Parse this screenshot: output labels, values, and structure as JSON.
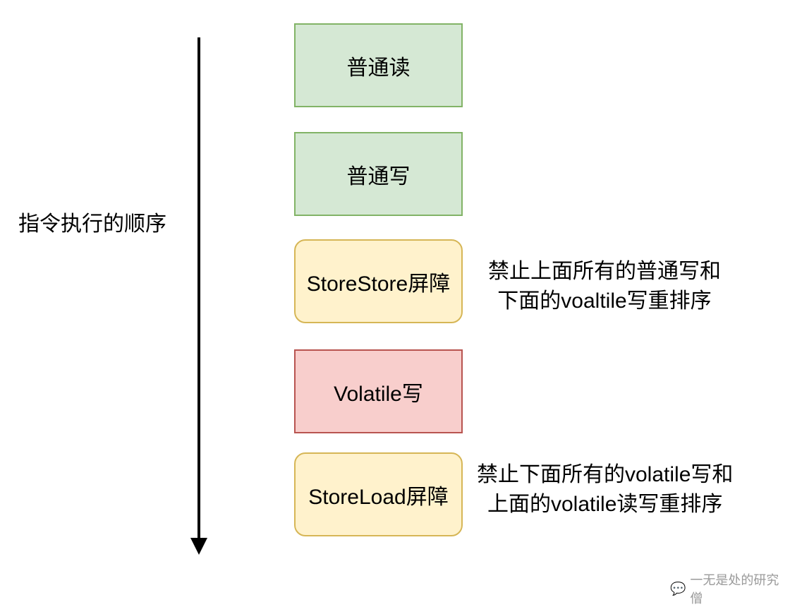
{
  "axis": {
    "label": "指令执行的顺序",
    "direction": "down"
  },
  "boxes": [
    {
      "id": "normal-read",
      "label": "普通读",
      "style": "green"
    },
    {
      "id": "normal-write",
      "label": "普通写",
      "style": "green"
    },
    {
      "id": "storestore-barrier",
      "label": "StoreStore屏障",
      "style": "yellow"
    },
    {
      "id": "volatile-write",
      "label": "Volatile写",
      "style": "red"
    },
    {
      "id": "storeload-barrier",
      "label": "StoreLoad屏障",
      "style": "yellow"
    }
  ],
  "notes": [
    {
      "for": "storestore-barrier",
      "line1": "禁止上面所有的普通写和",
      "line2": "下面的voaltile写重排序"
    },
    {
      "for": "storeload-barrier",
      "line1": "禁止下面所有的volatile写和",
      "line2": "上面的volatile读写重排序"
    }
  ],
  "watermark": {
    "icon": "wechat-icon",
    "text": "一无是处的研究僧"
  },
  "colors": {
    "green_fill": "#d5e8d4",
    "green_border": "#82b366",
    "yellow_fill": "#fff2cc",
    "yellow_border": "#d6b656",
    "red_fill": "#f8cecc",
    "red_border": "#b85450"
  }
}
